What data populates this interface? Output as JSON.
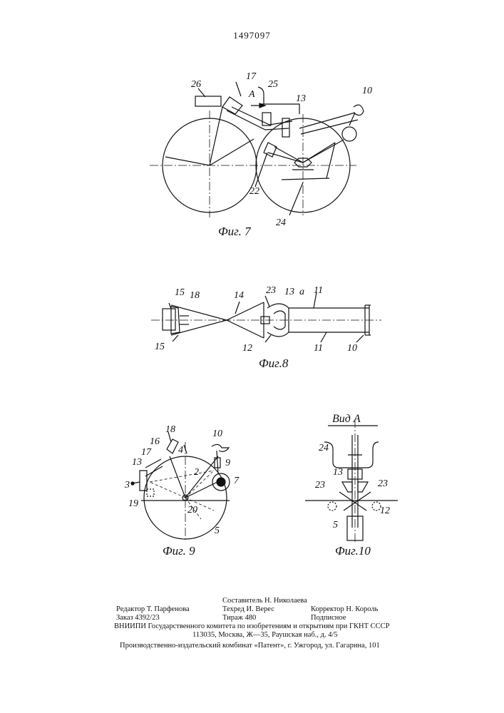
{
  "document": {
    "patent_number": "1497097",
    "figures": {
      "fig7": {
        "caption": "Фиг. 7",
        "labels": {
          "l26": "26",
          "l17": "17",
          "l25": "25",
          "lA": "A",
          "l13": "13",
          "l10": "10",
          "l22": "22",
          "l24": "24"
        }
      },
      "fig8": {
        "caption": "Фиг.8",
        "labels": {
          "l15a": "15",
          "l18": "18",
          "l14": "14",
          "l23": "23",
          "l13": "13",
          "la": "a",
          "l11a": "11",
          "l15b": "15",
          "l12": "12",
          "l11b": "11",
          "l10": "10"
        }
      },
      "fig9": {
        "caption": "Фиг. 9",
        "labels": {
          "l18": "18",
          "l16": "16",
          "l4": "4",
          "l10": "10",
          "l13": "13",
          "l17": "17",
          "l2": "2",
          "l9": "9",
          "l7": "7",
          "l3": "3",
          "l19": "19",
          "l20": "20",
          "l5": "5"
        }
      },
      "fig10": {
        "title": "Вид А",
        "caption": "Фиг.10",
        "labels": {
          "l24": "24",
          "l13": "13",
          "l23a": "23",
          "l23b": "23",
          "l12": "12",
          "l5": "5"
        }
      }
    },
    "imprint": {
      "compiler": "Составитель Н. Николаева",
      "editor": "Редактор Т. Парфенова",
      "techred": "Техред И. Верес",
      "corrector": "Корректор Н. Король",
      "order": "Заказ 4392/23",
      "circulation": "Тираж 480",
      "subscription": "Подписное",
      "vniipi": "ВНИИПИ Государственного комитета по изобретениям и открытиям при ГКНТ СССР",
      "address": "113035, Москва, Ж—35, Раушская наб., д. 4/5",
      "publisher": "Производственно-издательский комбинат «Патент», г. Ужгород, ул. Гагарина, 101"
    }
  }
}
